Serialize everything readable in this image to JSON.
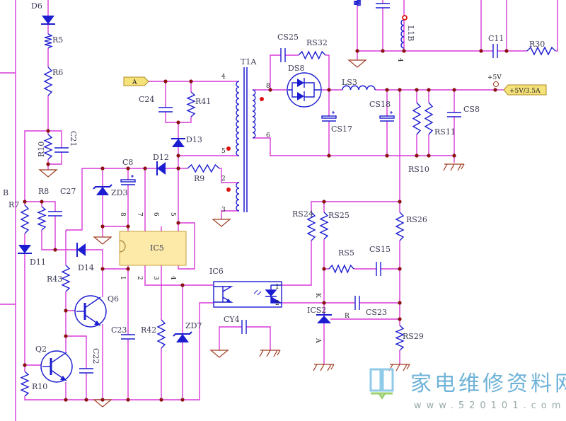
{
  "title": "Power supply schematic (5V/3.5A flyback)",
  "border_mark": "B",
  "labels": {
    "D6": "D6",
    "R5": "R5",
    "R6": "R6",
    "R10a": "R10",
    "C21": "C21",
    "R7": "R7",
    "R8": "R8",
    "C27": "C27",
    "D11": "D11",
    "D14": "D14",
    "R43": "R43",
    "Q6": "Q6",
    "Q2": "Q2",
    "R10b": "R10",
    "C22": "C22",
    "C8": "C8",
    "ZD3": "ZD3",
    "D12": "D12",
    "R9": "R9",
    "IC5": "IC5",
    "C23": "C23",
    "R42": "R42",
    "ZD7": "ZD7",
    "IC6": "IC6",
    "CY4": "CY4",
    "C24": "C24",
    "R41": "R41",
    "D13": "D13",
    "T1A": "T1A",
    "CS25": "CS25",
    "RS32": "RS32",
    "DS8": "DS8",
    "LS3": "LS3",
    "CS17": "CS17",
    "CS18": "CS18",
    "RS10": "RS10",
    "RS11": "RS11",
    "CS8": "CS8",
    "RS24": "RS24",
    "RS25": "RS25",
    "RS26": "RS26",
    "RS5": "RS5",
    "CS15": "CS15",
    "CS23": "CS23",
    "ICS2": "ICS2",
    "RS29": "RS29",
    "L1B": "L1B",
    "C11": "C11",
    "R30": "R30"
  },
  "pins": {
    "t4": "4",
    "t5": "5",
    "t2": "2",
    "t3": "3",
    "t8": "8",
    "t6": "6",
    "l1b4": "4",
    "ic5_8": "8",
    "ic5_7": "7",
    "ic5_6": "6",
    "ic5_5": "5",
    "ic5_1": "1",
    "ic5_2": "2",
    "ic5_3": "3",
    "ic5_4": "4",
    "ic6_1": "1",
    "ic6_2": "2",
    "ics2_k": "K",
    "ics2_a": "A",
    "ics2_r": "R"
  },
  "net_tags": {
    "input": "A",
    "output": "+5V/3.5A",
    "test_point": "+5V"
  },
  "logo": {
    "text": "家电维修资料网",
    "url": "www.520101.com"
  },
  "colors": {
    "wire": "#d83ad8",
    "component": "#1c1cd0",
    "junction": "#8b1010",
    "ground": "#a03a20",
    "tag": "#f6e27a"
  }
}
